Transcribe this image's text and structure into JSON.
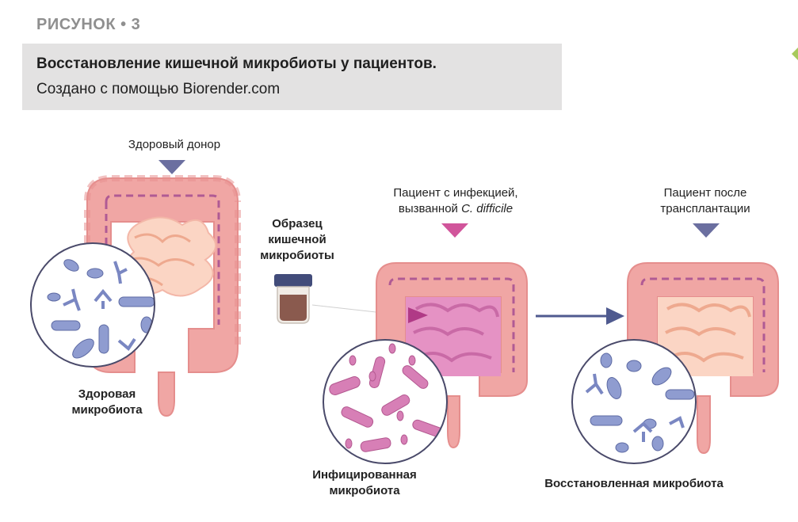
{
  "figure": {
    "label": "РИСУНОК • 3",
    "title": "Восстановление кишечной микробиоты у пациентов.",
    "subtitle": "Создано с помощью Biorender.com"
  },
  "labels": {
    "donor": "Здоровый донор",
    "sample_line1": "Образец",
    "sample_line2": "кишечной",
    "sample_line3": "микробиоты",
    "patient_infected_line1": "Пациент с инфекцией,",
    "patient_infected_line2_prefix": "вызванной ",
    "patient_infected_line2_species": "C. difficile",
    "patient_after_line1": "Пациент после",
    "patient_after_line2": "трансплантации",
    "healthy_microbiota_line1": "Здоровая",
    "healthy_microbiota_line2": "микробиота",
    "infected_microbiota_line1": "Инфицированная",
    "infected_microbiota_line2": "микробиота",
    "restored_microbiota": "Восстановленная микробиота"
  },
  "colors": {
    "colon_outer": "#f0a6a4",
    "colon_edge": "#e58e8d",
    "small_intestine": "#fbd5c4",
    "infected_small_intestine": "#e592c4",
    "dashed_line": "#b05a94",
    "marker_blue": "#6b6fa0",
    "marker_pink": "#d1559b",
    "bacteria_healthy": "#8f9cd0",
    "bacteria_infected": "#d77fb6",
    "circle_border": "#4a4a6a",
    "arrow": "#4f5a8f"
  }
}
